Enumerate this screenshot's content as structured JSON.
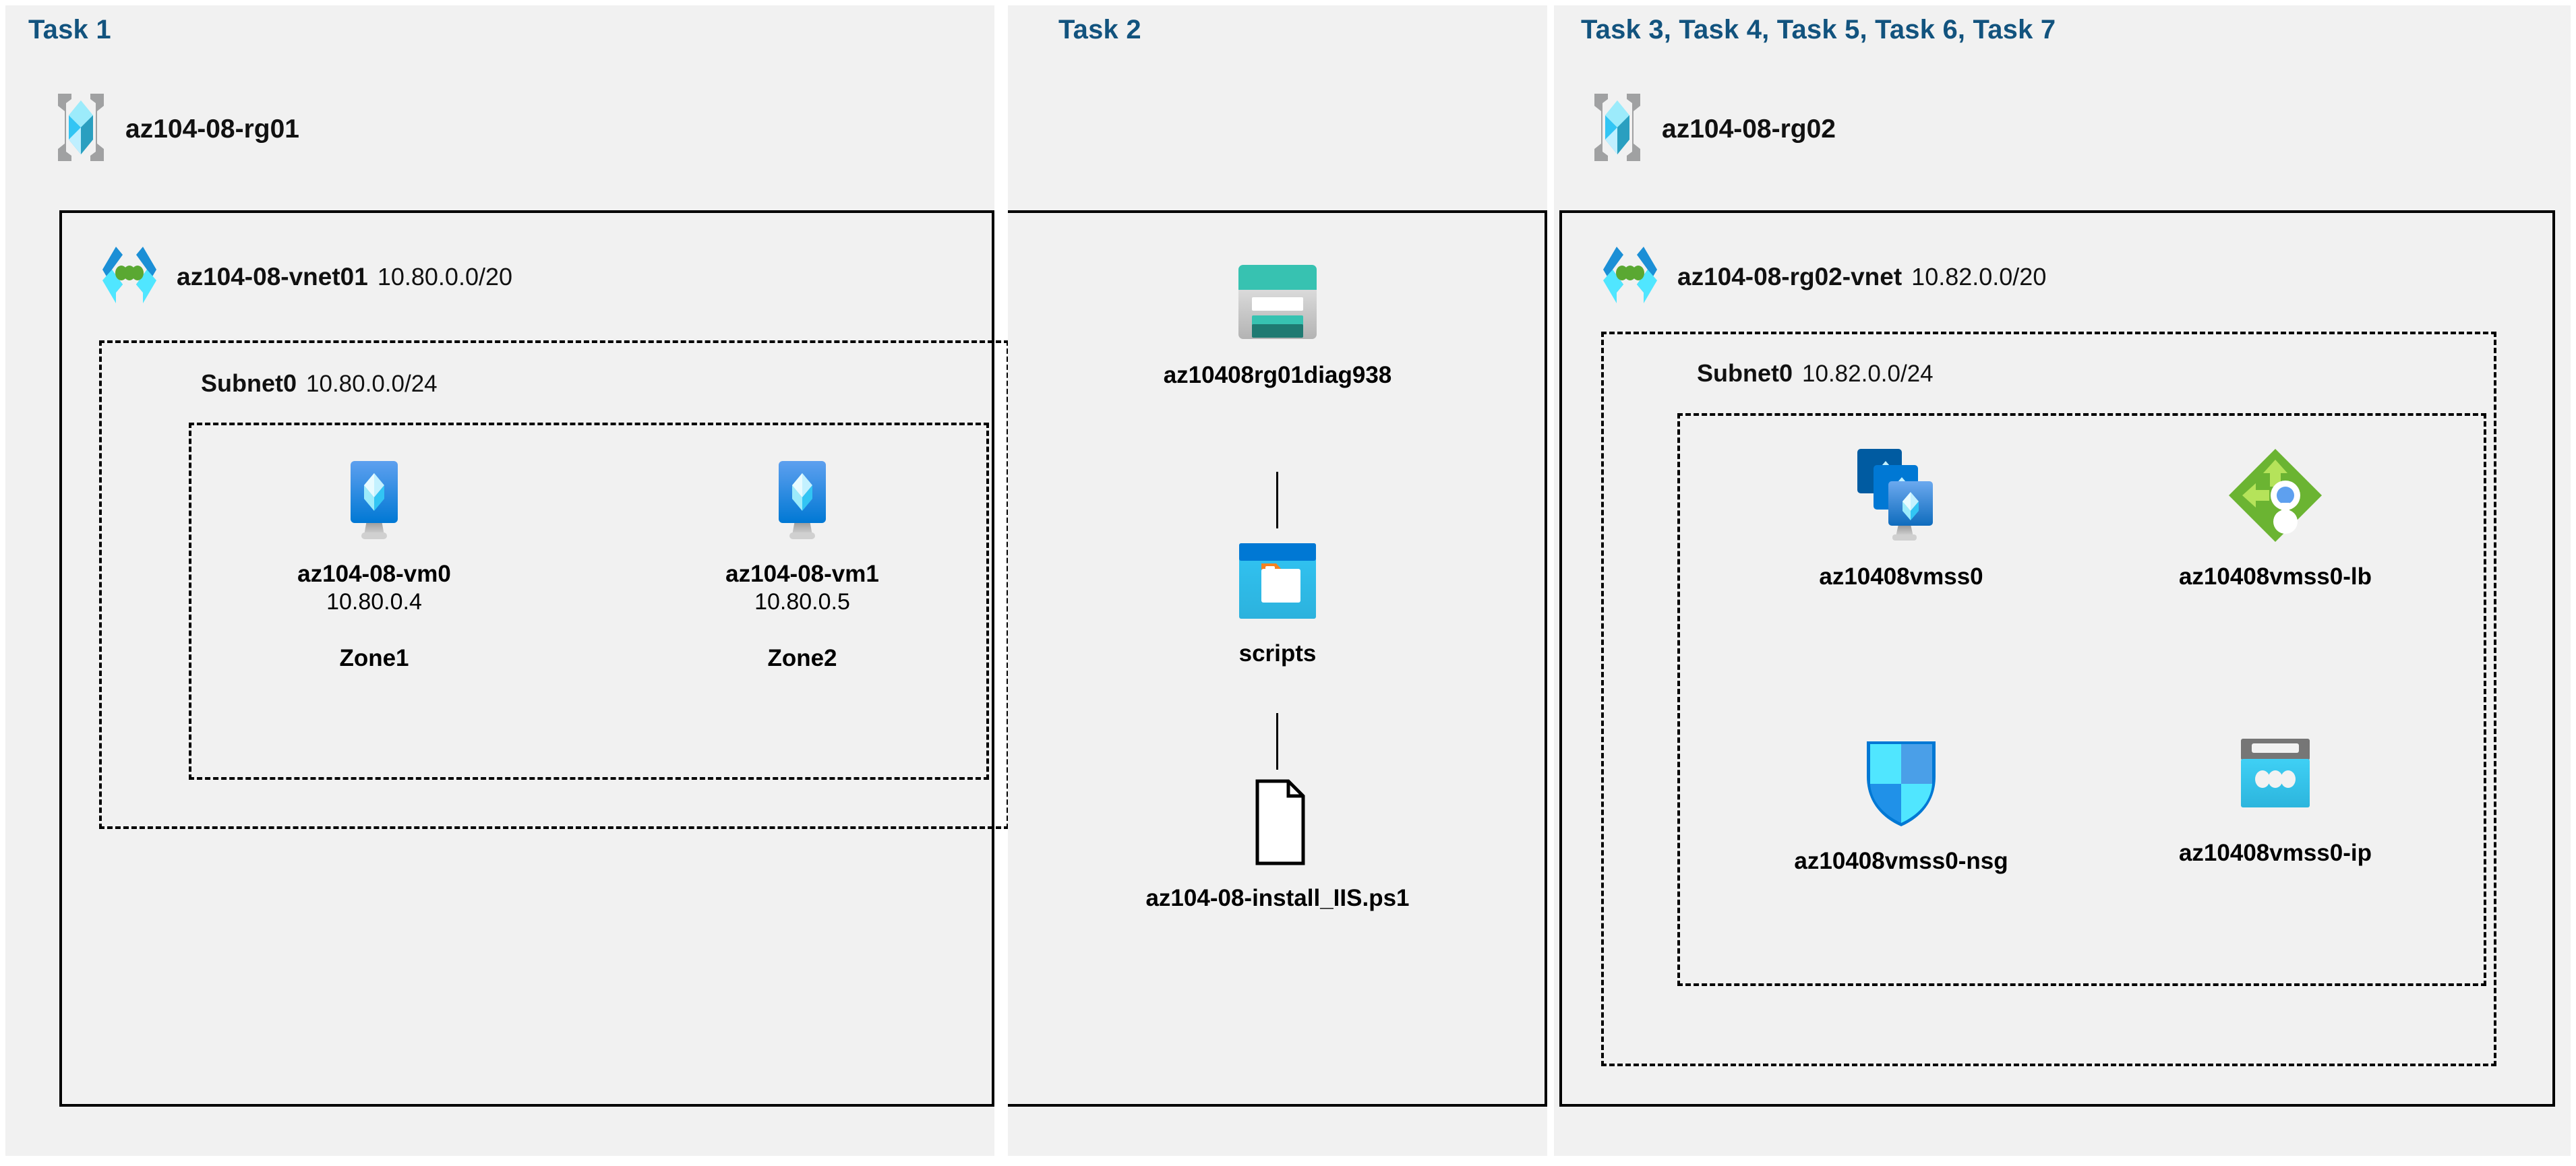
{
  "diagram": {
    "title_color": "#12537e",
    "panel_bg": "#f1f1f1"
  },
  "panels": [
    {
      "id": "task1",
      "task_label": "Task 1",
      "resource_group": {
        "name": "az104-08-rg01",
        "icon": "resource-group-icon"
      },
      "vnet": {
        "name": "az104-08-vnet01",
        "cidr": "10.80.0.0/20",
        "icon": "virtual-network-icon"
      },
      "subnet": {
        "name": "Subnet0",
        "cidr": "10.80.0.0/24"
      },
      "nodes": [
        {
          "icon": "virtual-machine-icon",
          "label": "az104-08-vm0",
          "ip": "10.80.0.4",
          "zone": "Zone1"
        },
        {
          "icon": "virtual-machine-icon",
          "label": "az104-08-vm1",
          "ip": "10.80.0.5",
          "zone": "Zone2"
        }
      ]
    },
    {
      "id": "task2",
      "task_label": "Task 2",
      "nodes": [
        {
          "icon": "storage-account-icon",
          "label": "az10408rg01diag938"
        },
        {
          "icon": "blob-container-icon",
          "label": "scripts"
        },
        {
          "icon": "file-icon",
          "label": "az104-08-install_IIS.ps1"
        }
      ]
    },
    {
      "id": "task3to7",
      "task_label": "Task 3, Task 4, Task 5, Task 6, Task 7",
      "resource_group": {
        "name": "az104-08-rg02",
        "icon": "resource-group-icon"
      },
      "vnet": {
        "name": "az104-08-rg02-vnet",
        "cidr": "10.82.0.0/20",
        "icon": "virtual-network-icon"
      },
      "subnet": {
        "name": "Subnet0",
        "cidr": "10.82.0.0/24"
      },
      "nodes": [
        {
          "icon": "vm-scale-set-icon",
          "label": "az10408vmss0"
        },
        {
          "icon": "load-balancer-icon",
          "label": "az10408vmss0-lb"
        },
        {
          "icon": "network-security-group-icon",
          "label": "az10408vmss0-nsg"
        },
        {
          "icon": "public-ip-address-icon",
          "label": "az10408vmss0-ip"
        }
      ]
    }
  ]
}
